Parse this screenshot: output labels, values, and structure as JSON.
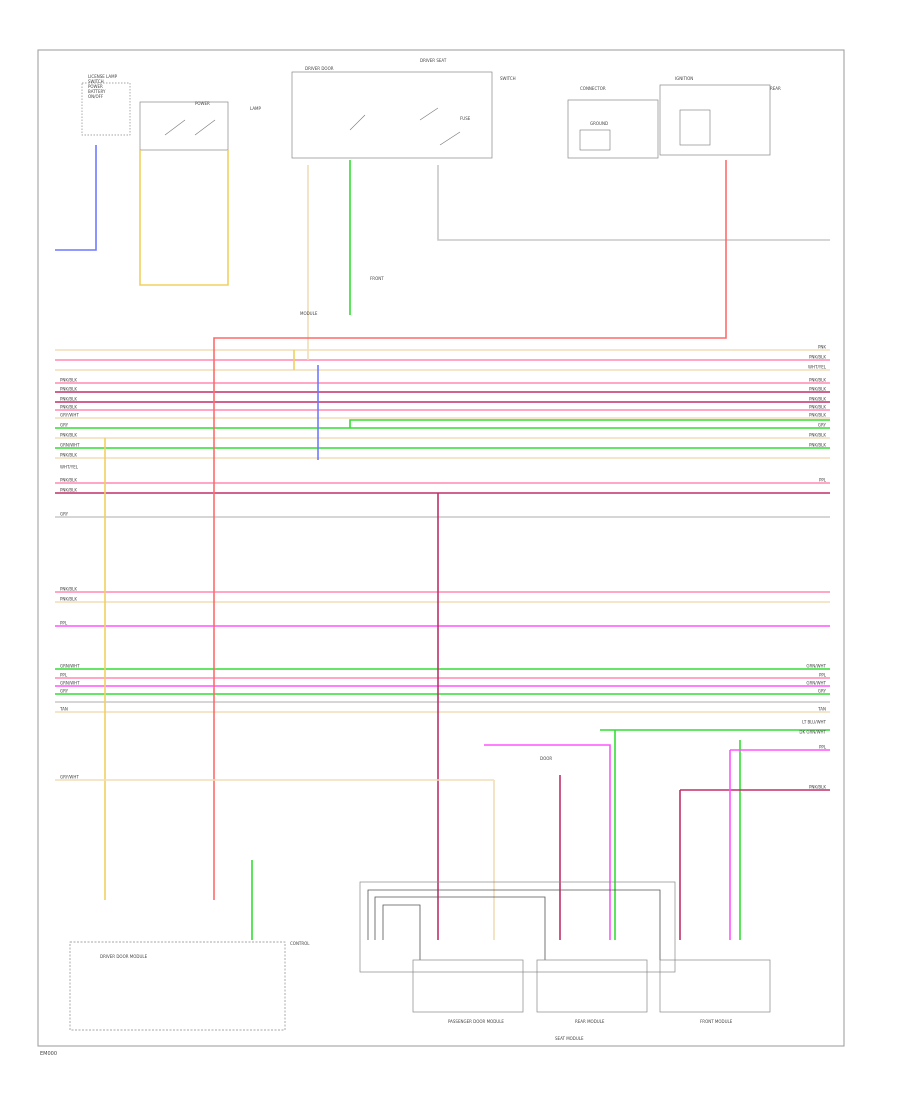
{
  "diagram": {
    "type": "wiring-schematic",
    "figure_code": "EM000",
    "left_top_labels": [
      "LICENSE LAMP",
      "SWITCH",
      "POWER",
      "BATTERY",
      "ON/OFF"
    ],
    "component_labels": [
      "DRIVER DOOR",
      "DRIVER SEAT",
      "SWITCH",
      "CONNECTOR",
      "IGNITION",
      "POWER",
      "LAMP",
      "FUSE",
      "GROUND",
      "REAR",
      "FRONT",
      "MODULE",
      "DOOR",
      "CONTROL"
    ],
    "bottom_labels": [
      "DRIVER DOOR MODULE",
      "PASSENGER DOOR MODULE",
      "SEAT MODULE",
      "REAR MODULE",
      "FRONT MODULE"
    ],
    "right_wire_labels": [
      "PNK",
      "PNK/BLK",
      "WHT/YEL",
      "PNK/BLK",
      "PNK/BLK",
      "PNK/BLK",
      "PNK/BLK",
      "PNK/BLK",
      "GRY",
      "PNK/BLK",
      "PNK/BLK",
      "PPL",
      "GRN/WHT",
      "PPL",
      "GRN/WHT",
      "GRY",
      "TAN",
      "LT BLU/WHT",
      "DK GRN/WHT",
      "PPL",
      "PNK/BLK"
    ],
    "left_wire_labels": [
      "PNK/BLK",
      "PNK/BLK",
      "PNK/BLK",
      "PNK/BLK",
      "GRY/WHT",
      "GRY",
      "PNK/BLK",
      "GRN/WHT",
      "PNK/BLK",
      "WHT/YEL",
      "PNK/BLK",
      "PNK/BLK",
      "GRY",
      "PNK/BLK",
      "PNK/BLK",
      "PPL",
      "GRN/WHT",
      "PPL",
      "GRN/WHT",
      "GRY",
      "TAN",
      "GRY/WHT"
    ],
    "colors": {
      "frame": "#9a9a9a",
      "pink": "#ff8ab0",
      "pink_black": "#c0306a",
      "magenta": "#ff55ff",
      "green": "#33dd33",
      "yellow": "#f0d060",
      "tan": "#f2ddb8",
      "gray": "#c8c8c8",
      "red": "#ff6a6a",
      "blue": "#6f79ff",
      "dark": "#555555"
    }
  }
}
